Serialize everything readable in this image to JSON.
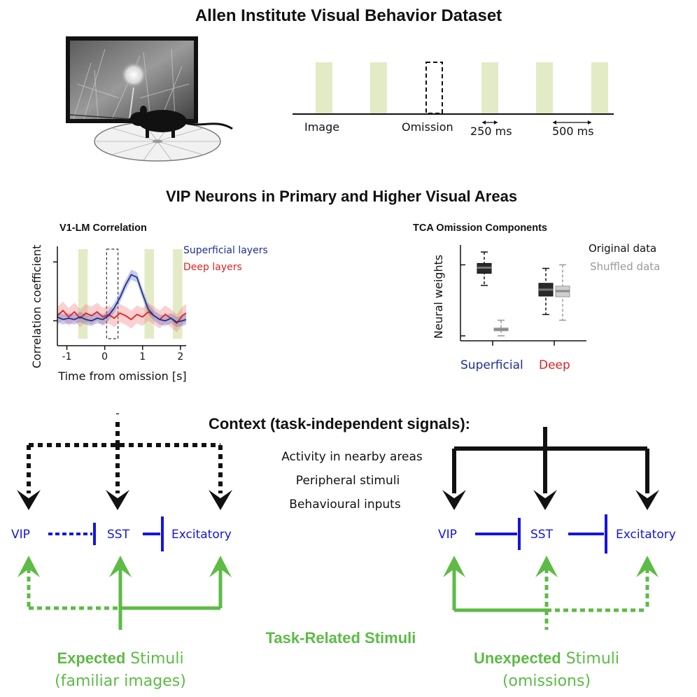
{
  "title_main": "Allen Institute Visual Behavior Dataset",
  "timeline": {
    "image_label": "Image",
    "omission_label": "Omission",
    "duration_short": "250 ms",
    "duration_long": "500 ms"
  },
  "section_vip_title": "VIP Neurons in Primary and Higher Visual Areas",
  "colors": {
    "superficial": "#1f2f8f",
    "deep": "#e02020",
    "green": "#5dbb46",
    "stim_bar": "#e3ebc6",
    "blue_circuit": "#1515e0"
  },
  "chart_data": [
    {
      "type": "line",
      "title": "V1-LM Correlation",
      "xlabel": "Time from omission [s]",
      "ylabel": "Correlation coefficient",
      "xlim": [
        -1.25,
        2.15
      ],
      "ylim": [
        0.12,
        0.82
      ],
      "x_ticks": [
        -1,
        0,
        1,
        2
      ],
      "x_tick_labels": [
        "-1",
        "0",
        "1",
        "2"
      ],
      "stimulus_windows": [
        [
          -0.7,
          -0.45
        ],
        [
          1.05,
          1.3
        ],
        [
          1.8,
          2.05
        ]
      ],
      "omission_window": [
        0.05,
        0.35
      ],
      "x": [
        -1.25,
        -1.1,
        -0.95,
        -0.8,
        -0.65,
        -0.5,
        -0.35,
        -0.2,
        -0.05,
        0.1,
        0.25,
        0.4,
        0.55,
        0.7,
        0.85,
        1.0,
        1.15,
        1.3,
        1.45,
        1.6,
        1.75,
        1.9,
        2.05,
        2.15
      ],
      "series": [
        {
          "name": "Superficial layers",
          "values": [
            0.29,
            0.27,
            0.28,
            0.27,
            0.29,
            0.27,
            0.26,
            0.28,
            0.27,
            0.3,
            0.36,
            0.44,
            0.54,
            0.62,
            0.6,
            0.47,
            0.35,
            0.3,
            0.27,
            0.26,
            0.28,
            0.25,
            0.26,
            0.27
          ],
          "band": 0.04
        },
        {
          "name": "Deep layers",
          "values": [
            0.3,
            0.34,
            0.29,
            0.33,
            0.28,
            0.32,
            0.3,
            0.33,
            0.29,
            0.31,
            0.28,
            0.32,
            0.3,
            0.27,
            0.31,
            0.29,
            0.33,
            0.3,
            0.27,
            0.31,
            0.28,
            0.24,
            0.3,
            0.32
          ],
          "band": 0.07
        }
      ]
    },
    {
      "type": "box",
      "title": "TCA Omission Components",
      "ylabel": "Neural weights",
      "categories": [
        "Superficial",
        "Deep"
      ],
      "series": [
        {
          "name": "Original data",
          "boxes": [
            {
              "min": 0.73,
              "q1": 0.9,
              "median": 0.98,
              "q3": 1.04,
              "max": 1.2
            },
            {
              "min": 0.32,
              "q1": 0.58,
              "median": 0.67,
              "q3": 0.76,
              "max": 0.97
            }
          ]
        },
        {
          "name": "Shuffled data",
          "boxes": [
            {
              "min": 0.02,
              "q1": 0.09,
              "median": 0.11,
              "q3": 0.13,
              "max": 0.24
            },
            {
              "min": 0.24,
              "q1": 0.57,
              "median": 0.65,
              "q3": 0.72,
              "max": 1.02
            }
          ]
        }
      ]
    }
  ],
  "context": {
    "title": "Context (task-independent signals):",
    "inputs": [
      "Activity in nearby areas",
      "Peripheral stimuli",
      "Behavioural inputs"
    ],
    "minus_sign": "-"
  },
  "circuit_left": {
    "vip": "VIP",
    "sst": "SST",
    "exc": "Excitatory",
    "label_bold": "Expected",
    "label_rest": " Stimuli",
    "sublabel": "(familiar images)"
  },
  "circuit_right": {
    "vip": "VIP",
    "sst": "SST",
    "exc": "Excitatory",
    "label_bold": "Unexpected",
    "label_rest": " Stimuli",
    "sublabel": "(omissions)"
  },
  "task_related_label": "Task-Related Stimuli"
}
